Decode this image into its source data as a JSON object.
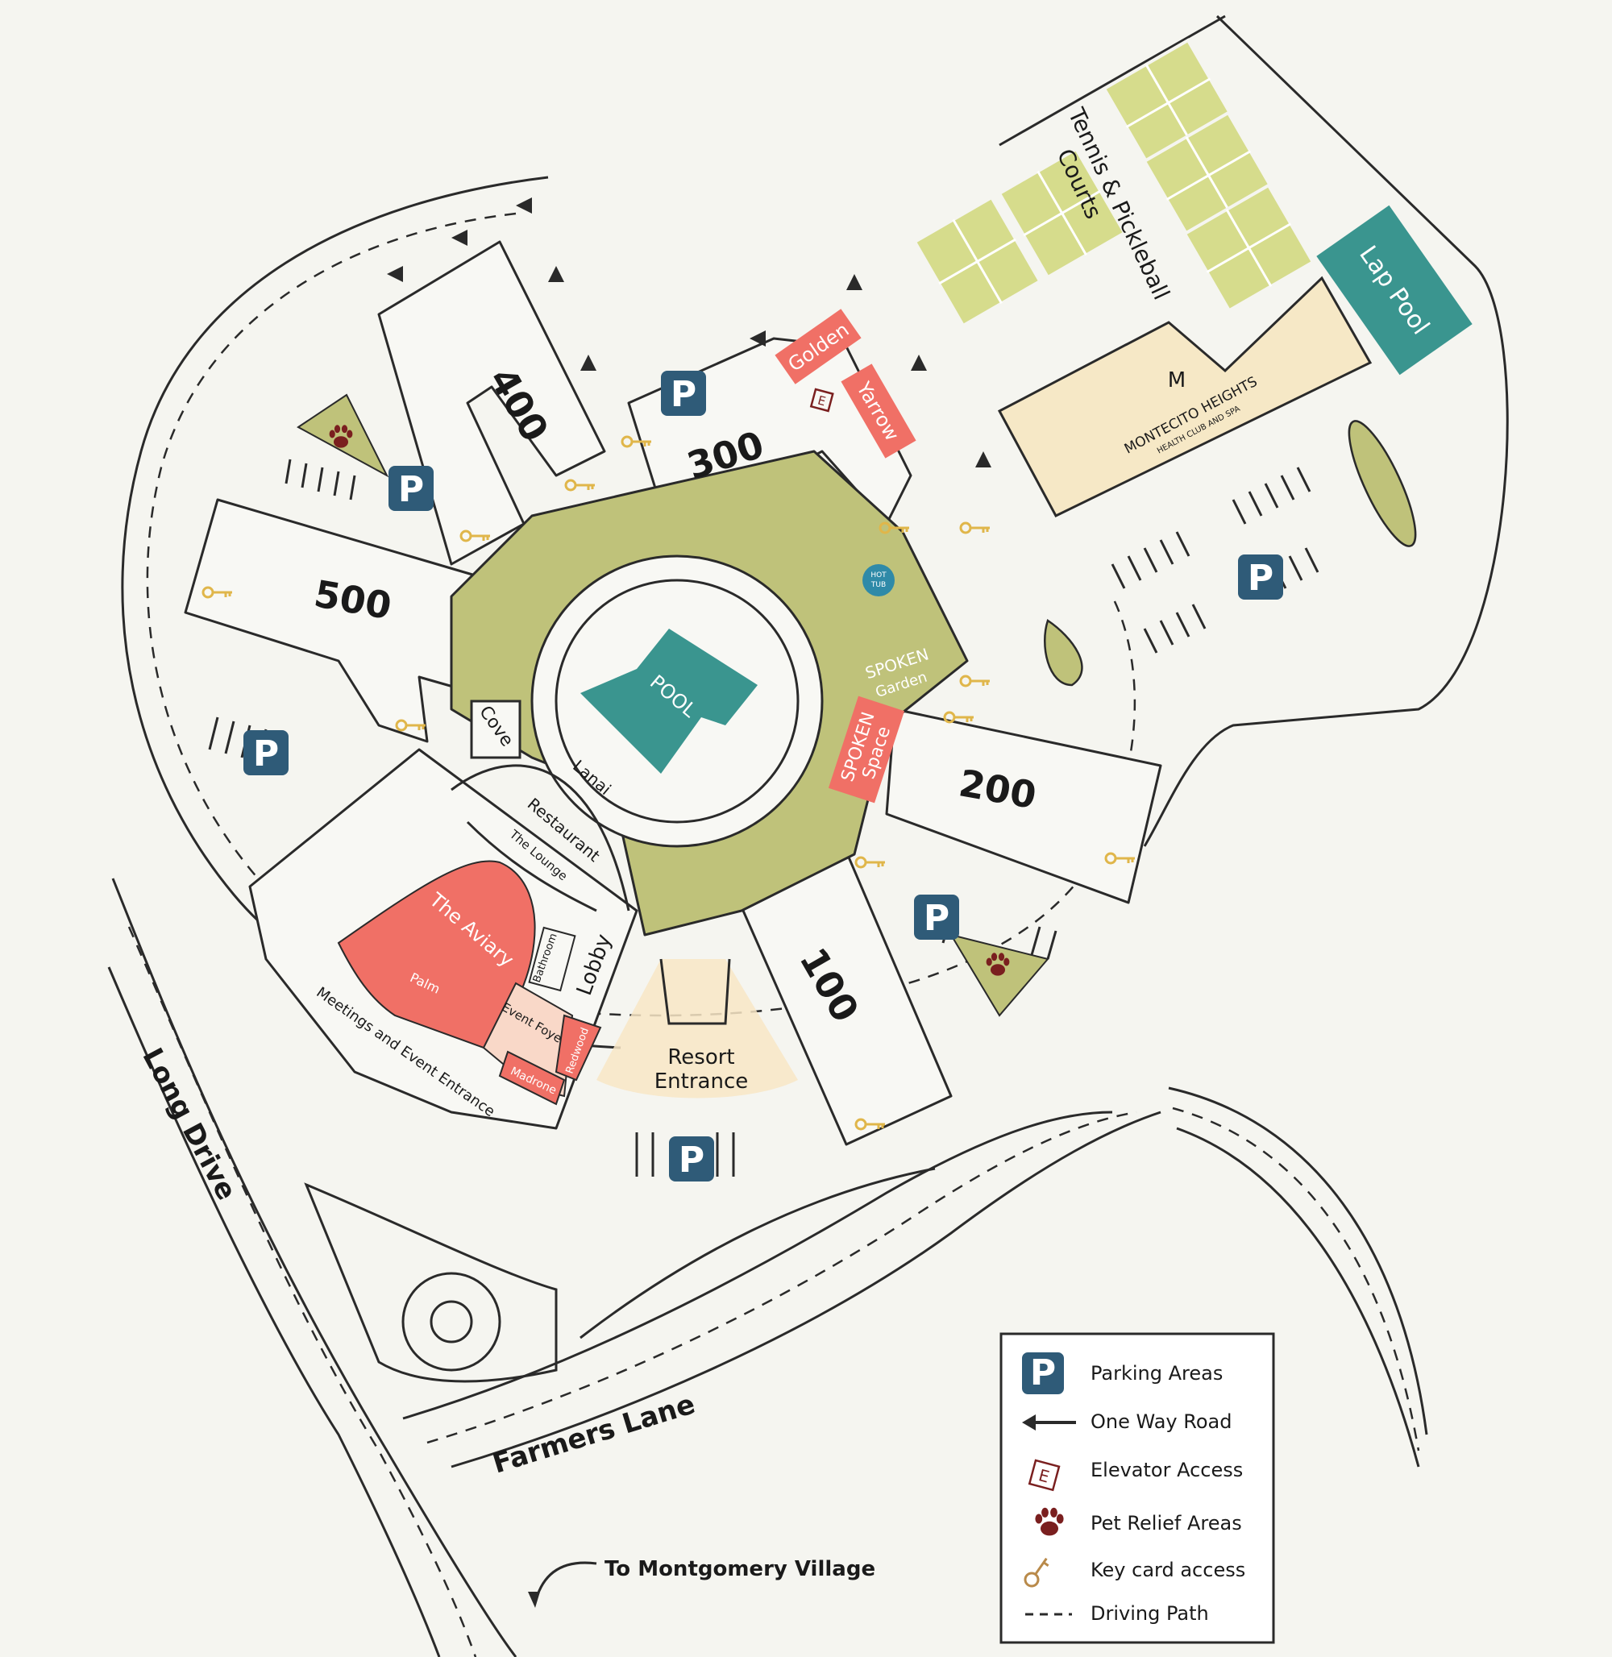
{
  "map": {
    "buildings": {
      "b100": "100",
      "b200": "200",
      "b300": "300",
      "b400": "400",
      "b500": "500"
    },
    "amenities": {
      "pool": "POOL",
      "cove": "Cove",
      "lanai": "Lanai",
      "restaurant": "Restaurant",
      "lounge": "The Lounge",
      "lobby": "Lobby",
      "aviary": "The Aviary",
      "palm": "Palm",
      "meetings_entrance": "Meetings and Event Entrance",
      "bathroom": "Bathroom",
      "event_foyer": "Event Foyer",
      "redwood": "Redwood",
      "madrone": "Madrone",
      "resort_entrance_1": "Resort",
      "resort_entrance_2": "Entrance",
      "spoken_garden_1": "SPOKEN",
      "spoken_garden_2": "Garden",
      "spoken_space_1": "SPOKEN",
      "spoken_space_2": "Space",
      "golden": "Golden",
      "yarrow": "Yarrow",
      "tennis_1": "Tennis & Pickleball",
      "tennis_2": "Courts",
      "lap_pool": "Lap Pool",
      "health_club_logo": "M",
      "health_club_1": "MONTECITO HEIGHTS",
      "health_club_2": "HEALTH CLUB AND SPA",
      "hot_tub_1": "HOT",
      "hot_tub_2": "TUB"
    },
    "streets": {
      "long_drive": "Long Drive",
      "farmers_lane": "Farmers Lane",
      "montgomery": "To Montgomery Village"
    },
    "parking_symbol": "P",
    "elevator_symbol": "E"
  },
  "legend": {
    "parking": "Parking Areas",
    "one_way": "One Way Road",
    "elevator": "Elevator Access",
    "pet": "Pet Relief Areas",
    "key": "Key card access",
    "driving": "Driving Path"
  },
  "colors": {
    "background": "#f5f5f0",
    "green_space": "#bfc27a",
    "pool": "#3a958f",
    "coral": "#f07066",
    "parking": "#2f5b78",
    "pet": "#7a1f1f",
    "key": "#e0b64a",
    "health_club": "#f6e8c6",
    "courts": "#d6dc8c"
  },
  "icons": [
    "parking-icon",
    "one-way-arrow-icon",
    "elevator-icon",
    "paw-icon",
    "key-icon",
    "dashed-line-icon"
  ]
}
